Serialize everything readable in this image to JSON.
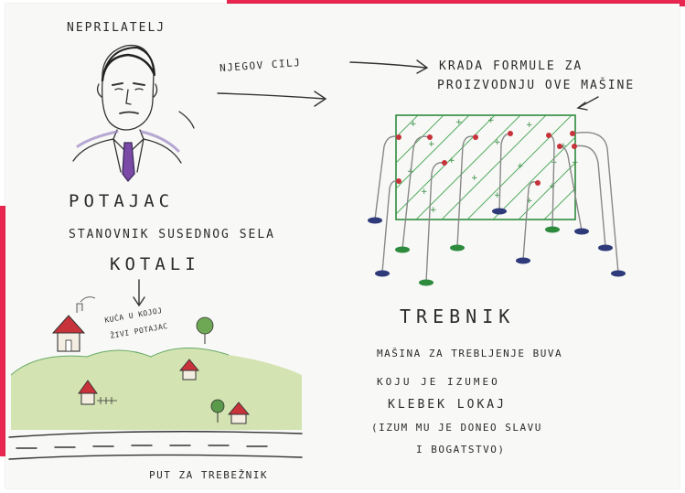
{
  "colors": {
    "accent": "#e8264f",
    "ink": "#2b2b2b",
    "machine_green": "#2e8b3e",
    "hill_green": "#b7cf86",
    "roof_red": "#c8323a",
    "foot_blue": "#2e3a7a"
  },
  "enemy": {
    "heading": "NEPRILATELJ",
    "name": "POTAJAC",
    "desc_line1": "STANOVNIK SUSEDNOG SELA",
    "village": "KOTALI",
    "house_note_line1": "KUĆA U KOJOJ",
    "house_note_line2": "ŽIVI POTAJAC",
    "road_label": "PUT ZA TREBEŽNIK"
  },
  "goal": {
    "label": "NJEGOV CILJ",
    "text_line1": "KRADA FORMULE ZA",
    "text_line2": "PROIZVODNJU OVE MAŠINE"
  },
  "machine": {
    "name": "TREBNIK",
    "desc_line1": "MAŠINA ZA TREBLJENJE BUVA",
    "desc_line2": "KOJU JE IZUMEO",
    "inventor": "KLEBEK LOKAJ",
    "note_line1": "(IZUM MU JE DONEO SLAVU",
    "note_line2": "I BOGATSTVO)"
  },
  "icons": [
    "portrait-sketch",
    "arrow-right-icon",
    "arrow-down-icon",
    "arrow-left-icon",
    "machine-sketch",
    "village-sketch"
  ]
}
